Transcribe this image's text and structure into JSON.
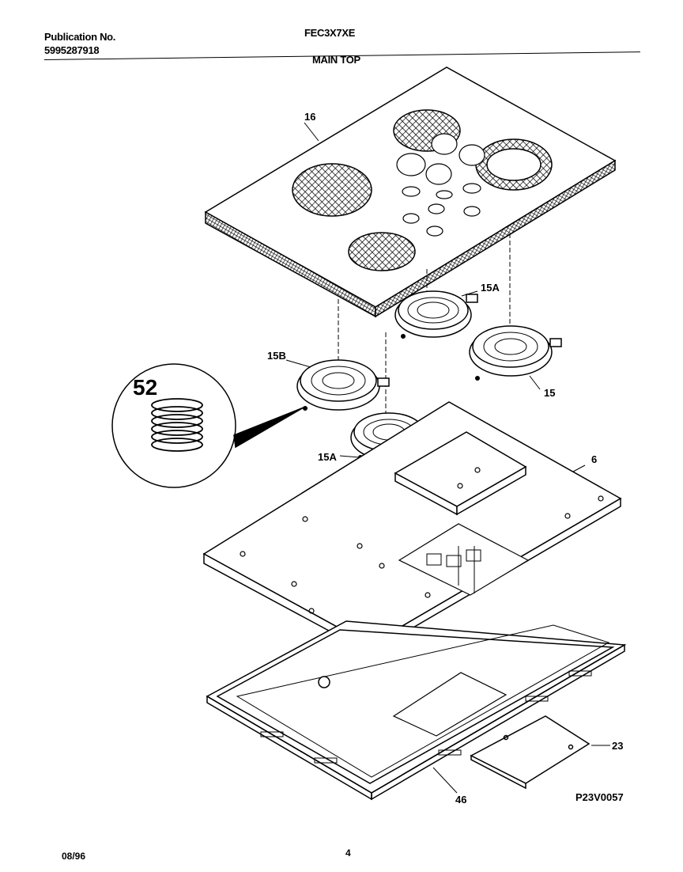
{
  "header": {
    "publication_label": "Publication No.",
    "publication_number": "5995287918",
    "model": "FEC3X7XE",
    "section_title": "MAIN TOP"
  },
  "footer": {
    "date": "08/96",
    "page_number": "4",
    "drawing_code": "P23V0057"
  },
  "callouts": {
    "glass_top": "16",
    "element_15a_upper": "15A",
    "element_15b": "15B",
    "element_15": "15",
    "element_15a_lower": "15A",
    "spring_detail": "52",
    "mounting_plate": "6",
    "cover_plate": "23",
    "base_pan": "46"
  },
  "colors": {
    "line": "#000000",
    "background": "#ffffff"
  }
}
